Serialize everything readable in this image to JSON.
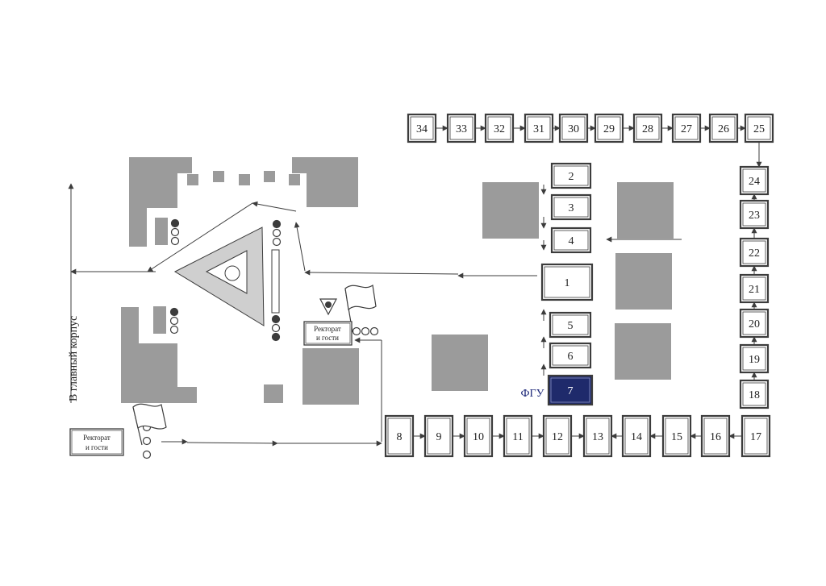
{
  "colors": {
    "building": "#9b9b9b",
    "stroke": "#3c3c3c",
    "box_fill": "#ffffff",
    "highlight_fill": "#1f2a6b",
    "highlight_text": "#ffffff",
    "label_blue": "#1f2a7a"
  },
  "route": {
    "top_row": [
      "34",
      "33",
      "32",
      "31",
      "30",
      "29",
      "28",
      "27",
      "26",
      "25"
    ],
    "right_column": [
      "24",
      "23",
      "22",
      "21",
      "20",
      "19",
      "18"
    ],
    "bottom_row": [
      "8",
      "9",
      "10",
      "11",
      "12",
      "13",
      "14",
      "15",
      "16",
      "17"
    ],
    "middle_column": [
      "2",
      "3",
      "4",
      "1",
      "5",
      "6",
      "7"
    ]
  },
  "highlight": {
    "number": "7",
    "label": "ФГУ"
  },
  "labels": {
    "rectorate_line1": "Ректорат",
    "rectorate_line2": "и гости",
    "main_building": "В главный корпус"
  }
}
